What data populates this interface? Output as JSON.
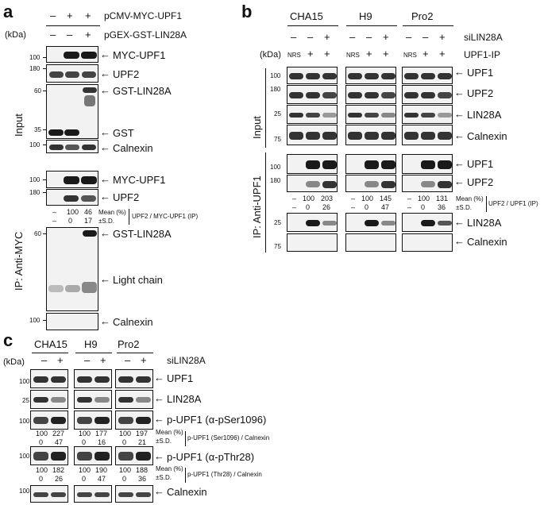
{
  "panel_a": {
    "letter": "a",
    "kda": "(kDa)",
    "conditions": {
      "row1_label": "pCMV-MYC-UPF1",
      "row1_signs": [
        "–",
        "+",
        "+"
      ],
      "row2_label": "pGEX-GST-LIN28A",
      "row2_signs": [
        "–",
        "–",
        "+"
      ]
    },
    "input_label": "Input",
    "ip_label": "IP: Anti-MYC",
    "markers": [
      "100",
      "180",
      "60",
      "35",
      "100",
      "100",
      "180",
      "60",
      "100"
    ],
    "blot_labels": [
      "MYC-UPF1",
      "UPF2",
      "GST-LIN28A",
      "GST",
      "Calnexin",
      "MYC-UPF1",
      "UPF2",
      "GST-LIN28A",
      "Light chain",
      "Calnexin"
    ],
    "quant": {
      "row1": [
        "–",
        "100",
        "46"
      ],
      "row2": [
        "–",
        "0",
        "17"
      ],
      "mean_label": "Mean (%)",
      "sd_label": "±S.D.",
      "ratio_label": "UPF2 / MYC-UPF1 (IP)"
    }
  },
  "panel_b": {
    "letter": "b",
    "kda": "(kDa)",
    "cell_lines": [
      "CHA15",
      "H9",
      "Pro2"
    ],
    "si_label": "siLIN28A",
    "ip_row_label": "UPF1-IP",
    "si_signs": [
      "–",
      "–",
      "+"
    ],
    "ip_signs": [
      "NRS",
      "+",
      "+"
    ],
    "input_label": "Input",
    "ip_label": "IP: Anti-UPF1",
    "markers_input": [
      "100",
      "180",
      "25",
      "75"
    ],
    "markers_ip": [
      "100",
      "180",
      "25",
      "75"
    ],
    "blot_labels": [
      "UPF1",
      "UPF2",
      "LIN28A",
      "Calnexin",
      "UPF1",
      "UPF2",
      "LIN28A",
      "Calnexin"
    ],
    "quant": {
      "CHA15": {
        "row1": [
          "–",
          "100",
          "203"
        ],
        "row2": [
          "–",
          "0",
          "26"
        ]
      },
      "H9": {
        "row1": [
          "–",
          "100",
          "145"
        ],
        "row2": [
          "–",
          "0",
          "47"
        ]
      },
      "Pro2": {
        "row1": [
          "–",
          "100",
          "131"
        ],
        "row2": [
          "–",
          "0",
          "36"
        ]
      },
      "mean_label": "Mean (%)",
      "sd_label": "±S.D.",
      "ratio_label": "UPF2 / UPF1 (IP)"
    }
  },
  "panel_c": {
    "letter": "c",
    "kda": "(kDa)",
    "cell_lines": [
      "CHA15",
      "H9",
      "Pro2"
    ],
    "si_label": "siLIN28A",
    "si_signs": [
      "–",
      "+"
    ],
    "markers": [
      "100",
      "25",
      "100",
      "100",
      "100"
    ],
    "blot_labels": [
      "UPF1",
      "LIN28A",
      "p-UPF1 (α-pSer1096)",
      "p-UPF1 (α-pThr28)",
      "Calnexin"
    ],
    "quant1": {
      "CHA15": {
        "row1": [
          "100",
          "227"
        ],
        "row2": [
          "0",
          "47"
        ]
      },
      "H9": {
        "row1": [
          "100",
          "177"
        ],
        "row2": [
          "0",
          "16"
        ]
      },
      "Pro2": {
        "row1": [
          "100",
          "197"
        ],
        "row2": [
          "0",
          "21"
        ]
      },
      "mean_label": "Mean (%)",
      "sd_label": "±S.D.",
      "ratio_label": "p-UPF1 (Ser1096) / Calnexin"
    },
    "quant2": {
      "CHA15": {
        "row1": [
          "100",
          "182"
        ],
        "row2": [
          "0",
          "26"
        ]
      },
      "H9": {
        "row1": [
          "100",
          "190"
        ],
        "row2": [
          "0",
          "47"
        ]
      },
      "Pro2": {
        "row1": [
          "100",
          "188"
        ],
        "row2": [
          "0",
          "36"
        ]
      },
      "mean_label": "Mean (%)",
      "sd_label": "±S.D.",
      "ratio_label": "p-UPF1 (Thr28) / Calnexin"
    }
  },
  "colors": {
    "ink": "#111111",
    "band_dark": "#1a1a1a",
    "band_mid": "#555555",
    "blot_bg": "#f2f2f2"
  }
}
